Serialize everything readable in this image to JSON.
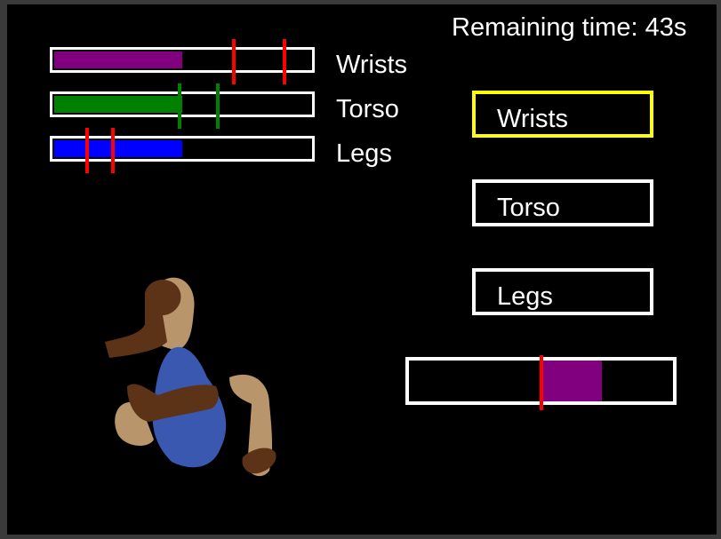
{
  "timer": {
    "label": "Remaining time: 43s"
  },
  "bars": [
    {
      "label": "Wrists",
      "color": "#800080",
      "fill": 0.5,
      "mark_color": "#ff0000",
      "marks": [
        0.7,
        0.9
      ]
    },
    {
      "label": "Torso",
      "color": "#008000",
      "fill": 0.5,
      "mark_color": "#008000",
      "marks": [
        0.49,
        0.64
      ]
    },
    {
      "label": "Legs",
      "color": "#0000ff",
      "fill": 0.5,
      "mark_color": "#ff0000",
      "marks": [
        0.13,
        0.23
      ]
    }
  ],
  "choices": [
    {
      "label": "Wrists",
      "selected": true
    },
    {
      "label": "Torso",
      "selected": false
    },
    {
      "label": "Legs",
      "selected": false
    }
  ],
  "timing_bar": {
    "zone_start": 0.5,
    "zone_end": 0.73,
    "zone_color": "#800080",
    "cursor": 0.5,
    "cursor_color": "#ff0000"
  },
  "colors": {
    "background": "#000000",
    "border": "#ffffff",
    "selected_border": "#ffff00",
    "skin": "#b8956a",
    "hair": "#5c3317",
    "shirt": "#3a58b0"
  }
}
